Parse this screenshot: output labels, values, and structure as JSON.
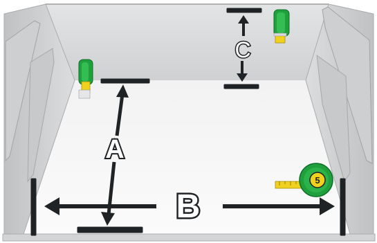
{
  "labels": {
    "a": "A",
    "b": "B",
    "c": "C"
  },
  "tape_measure": {
    "marking": "5"
  },
  "colors": {
    "drawer_panel": "#d8d9da",
    "drawer_floor": "#f6f6f6",
    "marker": "#1f2325",
    "tape_green": "#1fa03c",
    "tape_yellow": "#f0d21e"
  }
}
